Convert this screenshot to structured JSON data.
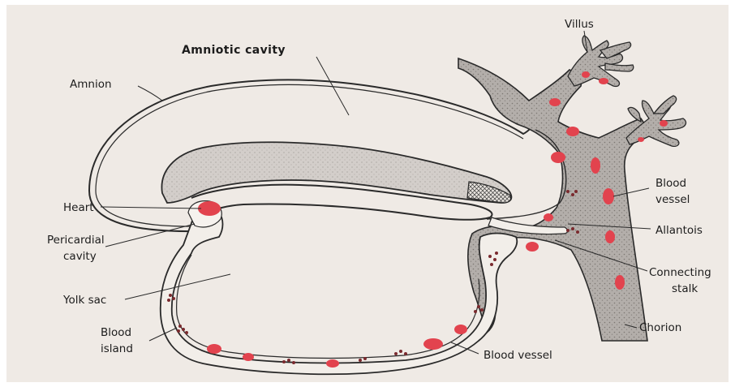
{
  "figure": {
    "background_color": "#efeae5",
    "outline_color": "#2a2a2a",
    "embryo_fill": "#c9c4bf",
    "tissue_fill": "#aaa5a1",
    "blood_color": "#e2434e",
    "labels": {
      "amniotic_cavity": "Amniotic cavity",
      "amnion": "Amnion",
      "villus": "Villus",
      "heart": "Heart",
      "pericardial_cavity_line1": "Pericardial",
      "pericardial_cavity_line2": "cavity",
      "blood_vessel_right_line1": "Blood",
      "blood_vessel_right_line2": "vessel",
      "allantois": "Allantois",
      "connecting_stalk_line1": "Connecting",
      "connecting_stalk_line2": "stalk",
      "yolk_sac": "Yolk sac",
      "blood_island_line1": "Blood",
      "blood_island_line2": "island",
      "chorion": "Chorion",
      "blood_vessel_bottom": "Blood vessel"
    }
  }
}
